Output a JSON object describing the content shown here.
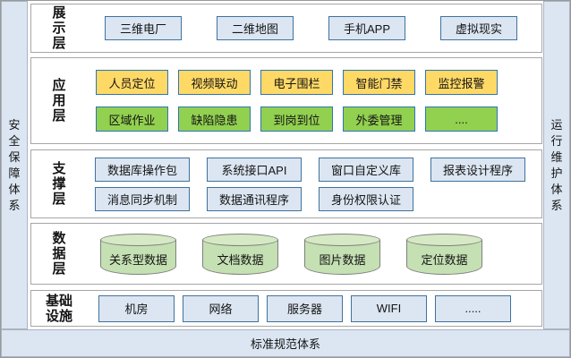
{
  "colors": {
    "panel_blue": "#dbe6f2",
    "box_yellow": "#ffd966",
    "box_green": "#92d050",
    "cylinder_green": "#c5e0b3",
    "box_border_blue": "#2e75b6",
    "lightbox_border_blue": "#41719c",
    "layer_border_gray": "#a6a6a6"
  },
  "frame": {
    "left_bar": "安全保障体系",
    "right_bar": "运行维护体系",
    "bottom_bar": "标准规范体系"
  },
  "layers": {
    "display": {
      "label": "展示层",
      "boxes": [
        "三维电厂",
        "二维地图",
        "手机APP",
        "虚拟现实"
      ]
    },
    "application": {
      "label": "应用层",
      "row1": [
        "人员定位",
        "视频联动",
        "电子围栏",
        "智能门禁",
        "监控报警"
      ],
      "row2": [
        "区域作业",
        "缺陷隐患",
        "到岗到位",
        "外委管理",
        "...."
      ]
    },
    "support": {
      "label": "支撑层",
      "row1": [
        "数据库操作包",
        "系统接口API",
        "窗口自定义库",
        "报表设计程序"
      ],
      "row2": [
        "消息同步机制",
        "数据通讯程序",
        "身份权限认证"
      ]
    },
    "data": {
      "label": "数据层",
      "cylinders": [
        "关系型数据",
        "文档数据",
        "图片数据",
        "定位数据"
      ]
    },
    "infrastructure": {
      "label": "基础设施",
      "boxes": [
        "机房",
        "网络",
        "服务器",
        "WIFI",
        "....."
      ]
    }
  }
}
